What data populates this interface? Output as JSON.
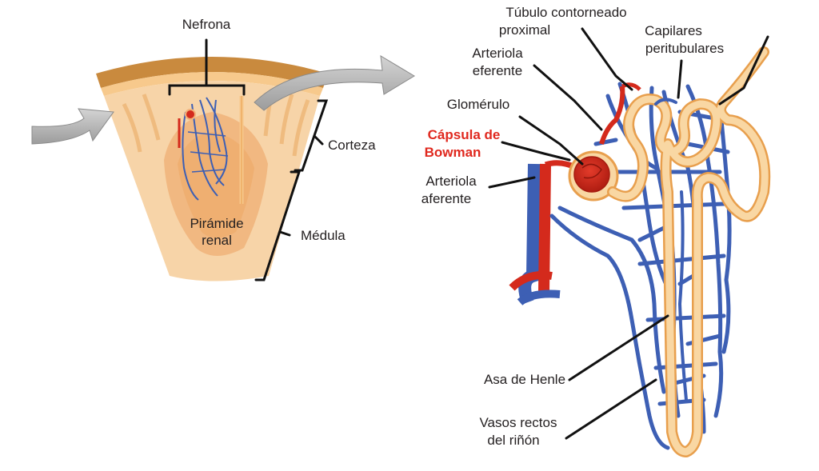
{
  "labels": {
    "nefrona": "Nefrona",
    "corteza": "Corteza",
    "medula": "Médula",
    "piramide_line1": "Pirámide",
    "piramide_line2": "renal",
    "tubulo_line1": "Túbulo contorneado",
    "tubulo_line2": "proximal",
    "capilares_line1": "Capilares",
    "capilares_line2": "peritubulares",
    "arteriola_eferente_line1": "Arteriola",
    "arteriola_eferente_line2": "eferente",
    "glomerulo": "Glomérulo",
    "capsula_line1": "Cápsula de",
    "capsula_line2": "Bowman",
    "arteriola_aferente_line1": "Arteriola",
    "arteriola_aferente_line2": "aferente",
    "asa_henle": "Asa de Henle",
    "vasos_line1": "Vasos rectos",
    "vasos_line2": "del riñón"
  },
  "colors": {
    "cortex_fill": "#f6d3a8",
    "cortex_band": "#c9893f",
    "medulla_pyramid": "#f0b986",
    "vessel_blue": "#3d5fb4",
    "vessel_red": "#d42a1c",
    "tubule_fill": "#f9d7a3",
    "tubule_edge": "#e89f4d",
    "arrow_gray": "#a9a9a9",
    "accent_red_text": "#e0291f"
  }
}
